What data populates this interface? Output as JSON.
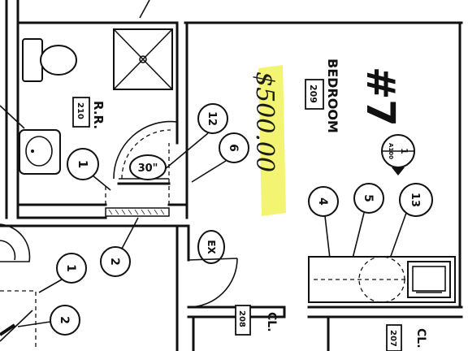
{
  "rooms": {
    "bedroom": {
      "number": "#7",
      "name": "BEDROOM",
      "code": "209"
    },
    "restroom": {
      "name": "R.R.",
      "code": "210"
    },
    "closet_a": {
      "name": "CL.",
      "code": "208"
    },
    "closet_b": {
      "name": "CL.",
      "code": "207"
    }
  },
  "callouts": [
    "1",
    "12",
    "6",
    "30\"",
    "2",
    "EX",
    "4",
    "5",
    "13",
    "1",
    "2"
  ],
  "section_marker": {
    "top": "1",
    "bottom": "A100"
  },
  "handwritten_note": "$500.00",
  "highlight_color": "#f2f25a"
}
